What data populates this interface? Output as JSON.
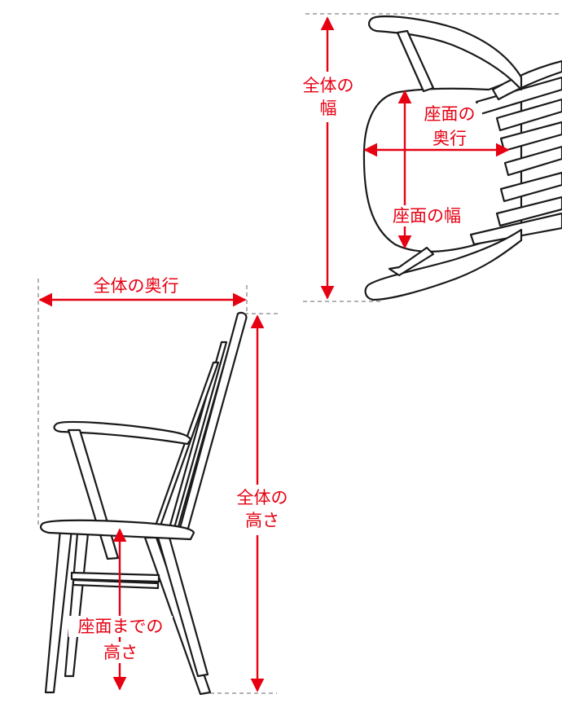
{
  "colors": {
    "annotation": "#e60012",
    "line": "#1a1a1a",
    "guide": "#666666"
  },
  "labels": {
    "overall_width_line1": "全体の",
    "overall_width_line2": "幅",
    "seat_depth_line1": "座面の",
    "seat_depth_line2": "奥行",
    "seat_width": "座面の幅",
    "overall_depth": "全体の奥行",
    "overall_height_line1": "全体の",
    "overall_height_line2": "高さ",
    "seat_height_line1": "座面までの",
    "seat_height_line2": "高さ"
  }
}
